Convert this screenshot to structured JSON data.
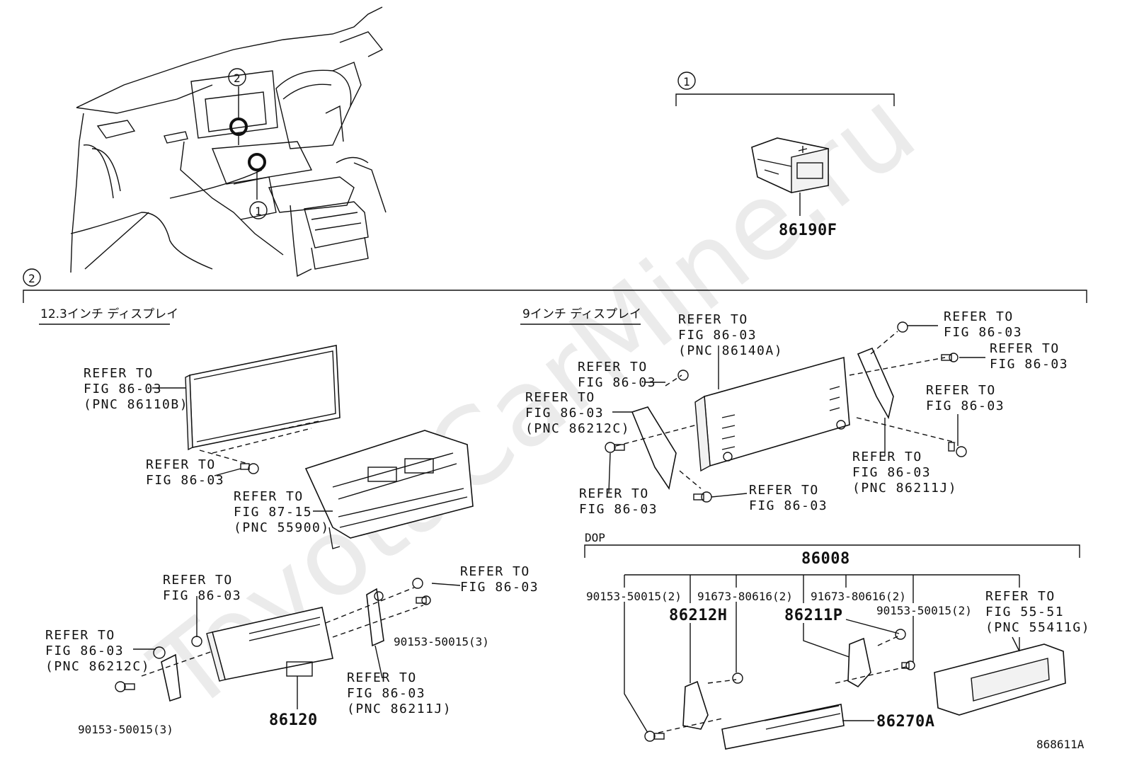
{
  "watermark": "ToyotaCarMine.ru",
  "callouts": {
    "one": "1",
    "two": "2"
  },
  "section1": {
    "part": "86190F"
  },
  "section2": {
    "heading_12": "12.3インチ ディスプレイ",
    "heading_9": "9インチ ディスプレイ",
    "dop": "DOP"
  },
  "refs": {
    "r1": [
      "REFER TO",
      "FIG 86-03",
      "(PNC 86110B)"
    ],
    "r2": [
      "REFER TO",
      "FIG 86-03"
    ],
    "r3": [
      "REFER TO",
      "FIG 87-15",
      "(PNC 55900)"
    ],
    "r4": [
      "REFER TO",
      "FIG 86-03"
    ],
    "r5": [
      "REFER TO",
      "FIG 86-03"
    ],
    "r6": [
      "REFER TO",
      "FIG 86-03",
      "(PNC 86212C)"
    ],
    "r7": [
      "REFER TO",
      "FIG 86-03",
      "(PNC 86211J)"
    ],
    "r8": [
      "REFER TO",
      "FIG 86-03",
      "(PNC 86140A)"
    ],
    "r9": [
      "REFER TO",
      "FIG 86-03"
    ],
    "r10": [
      "REFER TO",
      "FIG 86-03",
      "(PNC 86212C)"
    ],
    "r11": [
      "REFER TO",
      "FIG 86-03"
    ],
    "r12": [
      "REFER TO",
      "FIG 86-03"
    ],
    "r13": [
      "REFER TO",
      "FIG 86-03"
    ],
    "r14": [
      "REFER TO",
      "FIG 86-03"
    ],
    "r15": [
      "REFER TO",
      "FIG 86-03"
    ],
    "r16": [
      "REFER TO",
      "FIG 86-03",
      "(PNC 86211J)"
    ],
    "r17": [
      "REFER TO",
      "FIG 55-51",
      "(PNC 55411G)"
    ]
  },
  "parts": {
    "p86120": "86120",
    "bolt_a": "90153-50015(3)",
    "bolt_b": "90153-50015(3)",
    "p86008": "86008",
    "b1": "90153-50015(2)",
    "b2": "91673-80616(2)",
    "b3": "91673-80616(2)",
    "b4": "90153-50015(2)",
    "p86212H": "86212H",
    "p86211P": "86211P",
    "p86270A": "86270A"
  },
  "figure_id": "868611A"
}
